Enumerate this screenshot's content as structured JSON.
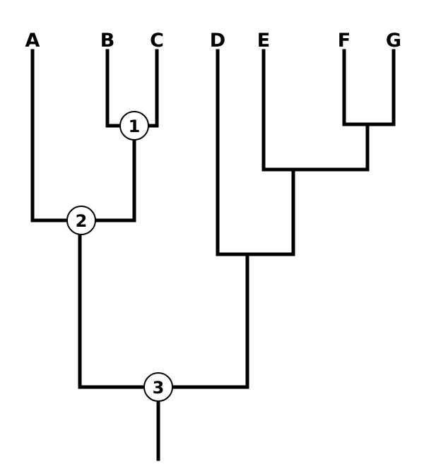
{
  "taxa": [
    {
      "id": "A",
      "label": "A"
    },
    {
      "id": "B",
      "label": "B"
    },
    {
      "id": "C",
      "label": "C"
    },
    {
      "id": "D",
      "label": "D"
    },
    {
      "id": "E",
      "label": "E"
    },
    {
      "id": "F",
      "label": "F"
    },
    {
      "id": "G",
      "label": "G"
    }
  ],
  "nodes": [
    {
      "id": "node1",
      "label": "1",
      "children": [
        "B",
        "C"
      ]
    },
    {
      "id": "node2",
      "label": "2",
      "children": [
        "A",
        "node1"
      ]
    },
    {
      "id": "nodeFG",
      "label": "",
      "children": [
        "F",
        "G"
      ]
    },
    {
      "id": "nodeEFG",
      "label": "",
      "children": [
        "E",
        "nodeFG"
      ]
    },
    {
      "id": "nodeDEFG",
      "label": "",
      "children": [
        "D",
        "nodeEFG"
      ]
    },
    {
      "id": "node3",
      "label": "3",
      "children": [
        "node2",
        "nodeDEFG"
      ]
    }
  ],
  "colors": {
    "line": "#000000",
    "background": "#ffffff"
  }
}
